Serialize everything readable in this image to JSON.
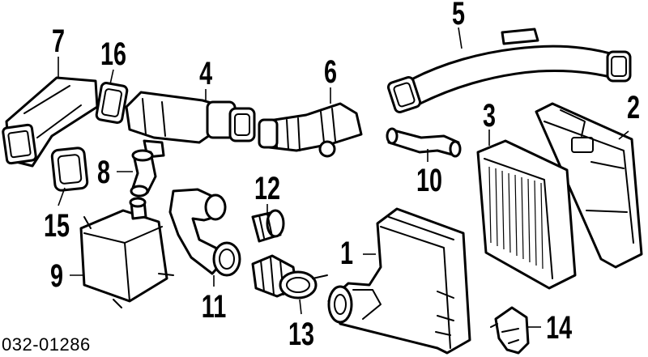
{
  "diagram": {
    "callouts": [
      "1",
      "2",
      "3",
      "4",
      "5",
      "6",
      "7",
      "8",
      "9",
      "10",
      "11",
      "12",
      "13",
      "14",
      "15",
      "16"
    ],
    "part_code": "032-01286"
  },
  "colors": {
    "line": "#000000",
    "background": "#ffffff"
  }
}
